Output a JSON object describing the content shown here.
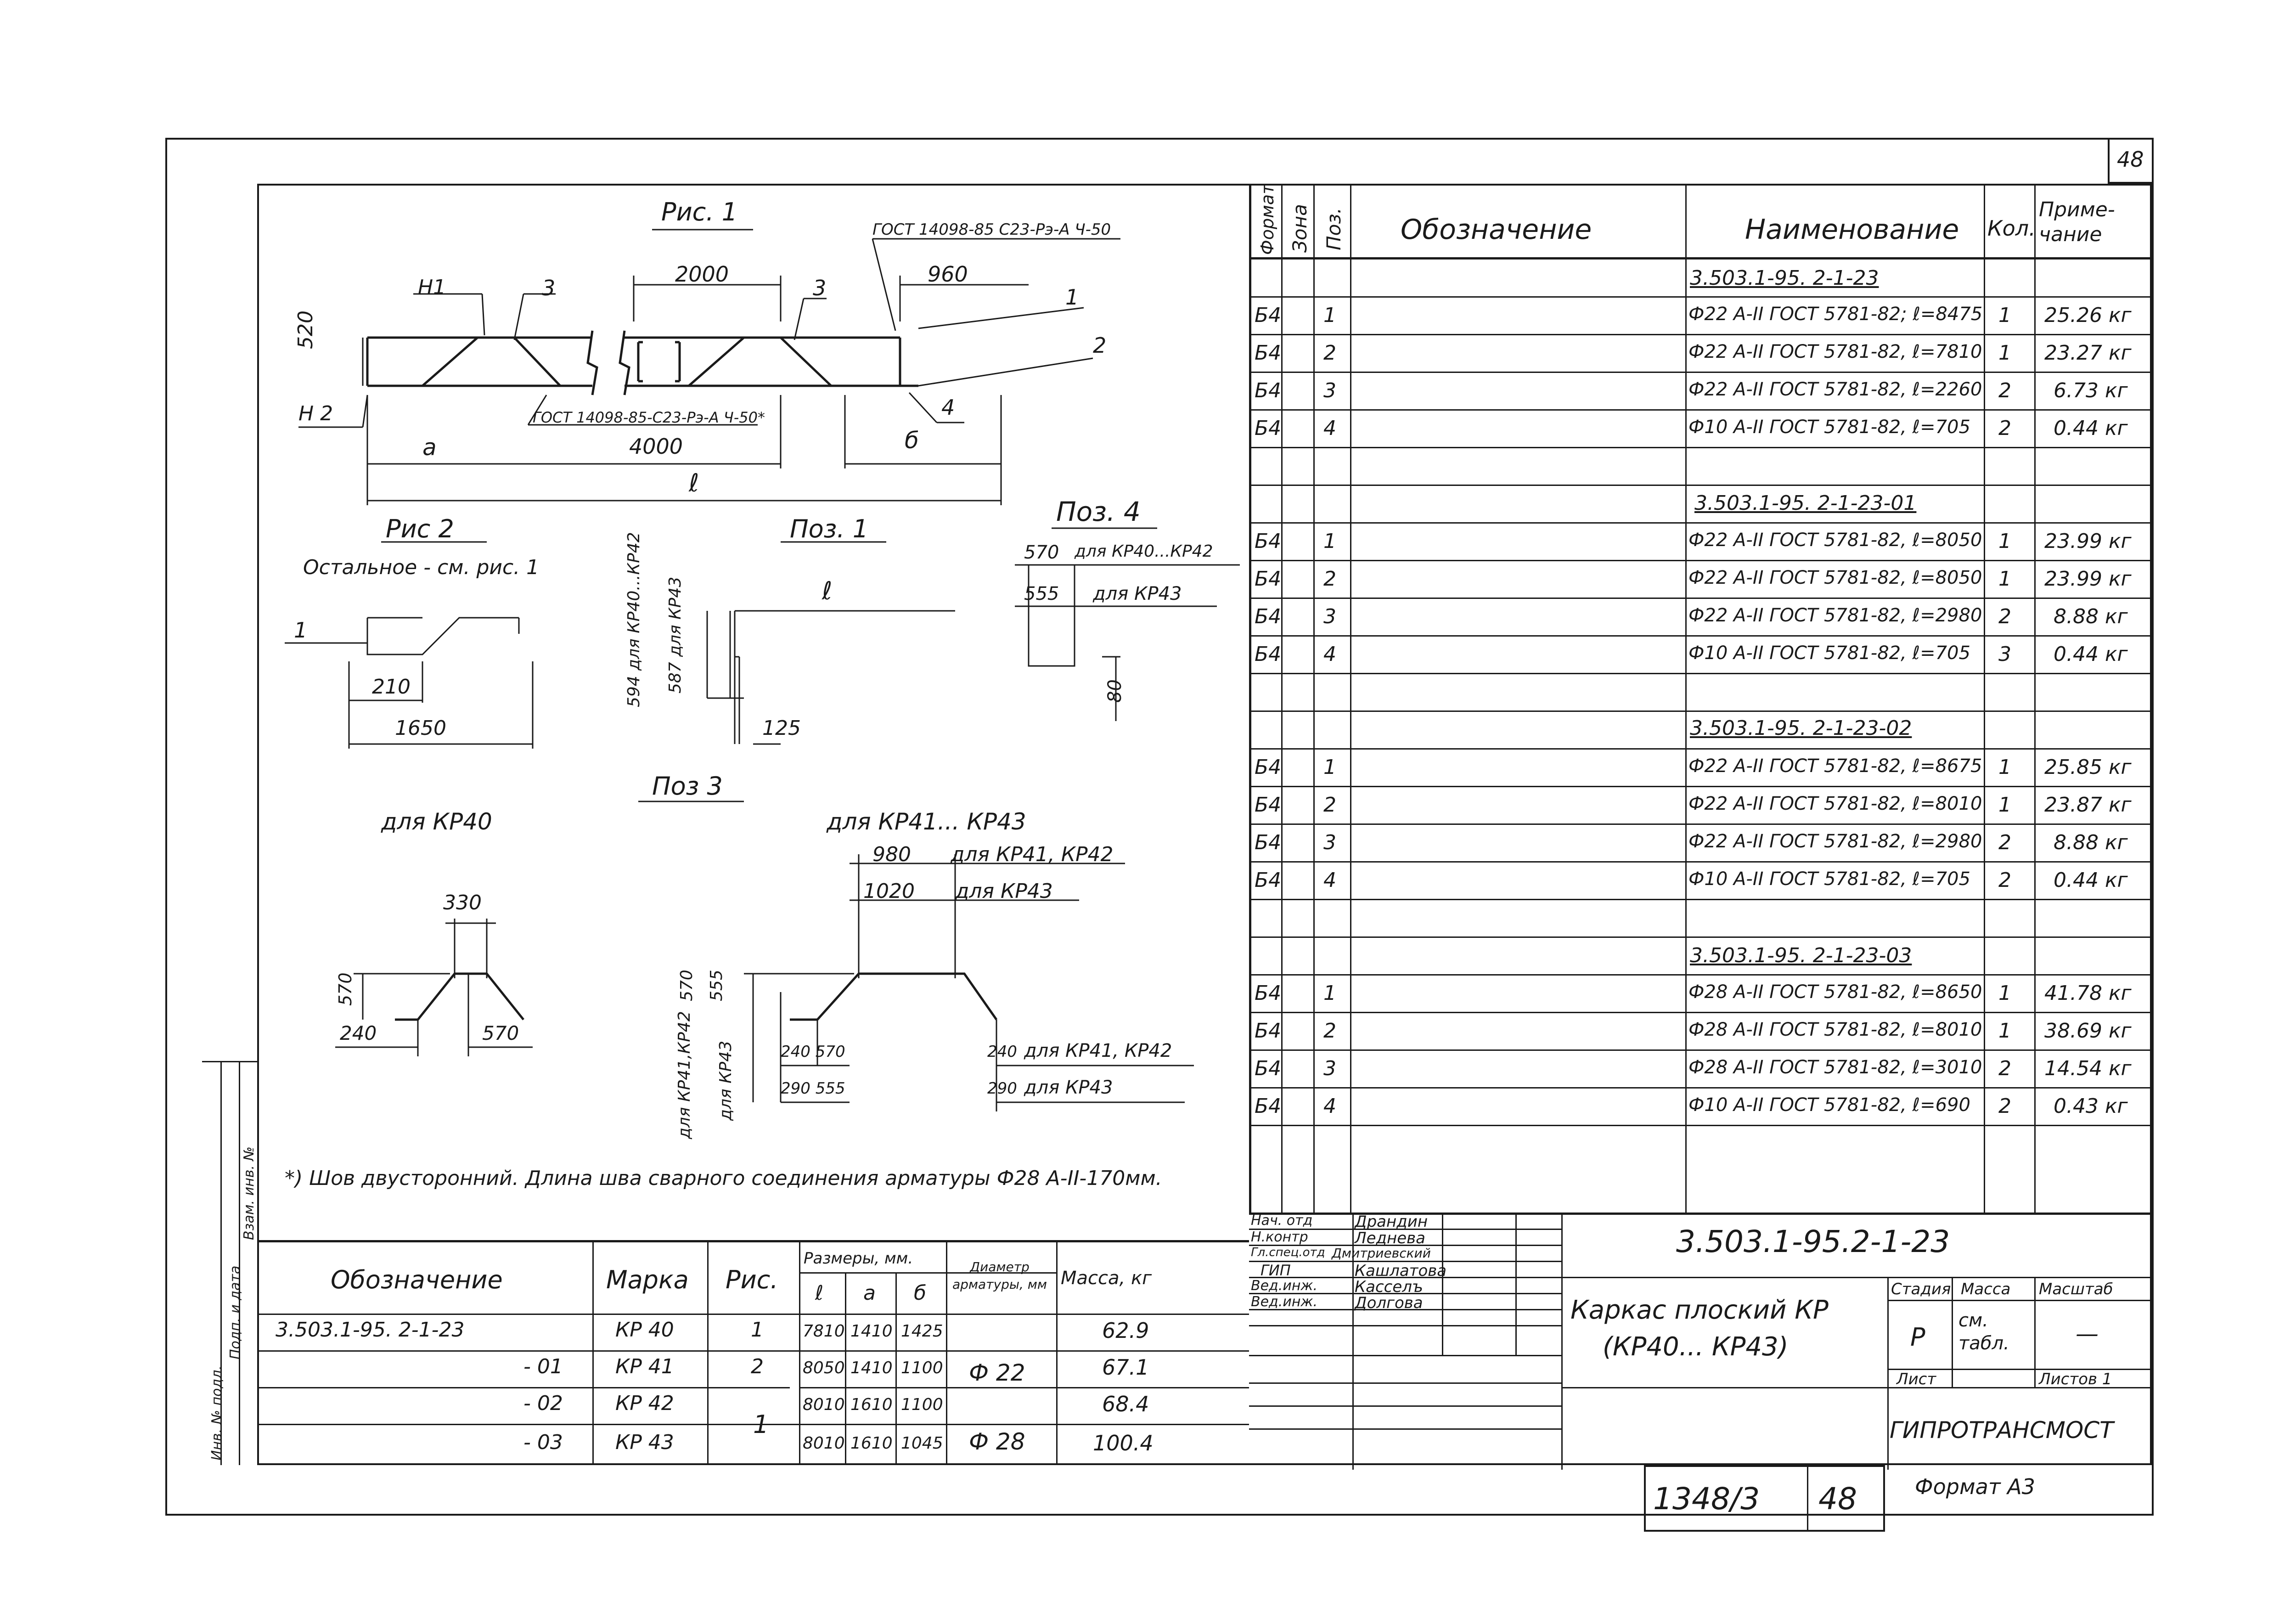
{
  "sheet": {
    "sheet_number": "48",
    "drawing_code": "3.503.1-95.2-1-23",
    "archive_number": "1348/3",
    "archive_sheet": "48",
    "format_label": "Формат А3",
    "organization": "ГИПРОТРАНСМОСТ",
    "title_line1": "Каркас плоский КР",
    "title_line2": "(КР40... КР43)",
    "stage_header": "Стадия",
    "mass_header": "Масса",
    "scale_header": "Масштаб",
    "stage_value": "Р",
    "mass_value": "см. табл.",
    "scale_value": "—",
    "list_label": "Лист",
    "lists_label": "Листов 1",
    "signatures": [
      {
        "role": "Нач. отд",
        "name": "Драндин"
      },
      {
        "role": "Н.контр",
        "name": "Леднева"
      },
      {
        "role": "Гл.спец.отд",
        "name": "Дмитриевский"
      },
      {
        "role": "ГИП",
        "name": "Кашлатова"
      },
      {
        "role": "Вед.инж.",
        "name": "Касселъ"
      },
      {
        "role": "Вед.инж.",
        "name": "Долгова"
      }
    ],
    "side_stamp": [
      "Инв. № подл.",
      "Подп. и дата",
      "Взам. инв. №"
    ]
  },
  "spec": {
    "headers": {
      "format": "Формат",
      "zone": "Зона",
      "pos": "Поз.",
      "designation": "Обозначение",
      "name": "Наименование",
      "qty": "Кол.",
      "note": "Приме-чание"
    },
    "groups": [
      {
        "title": "3.503.1-95. 2-1-23",
        "rows": [
          {
            "fmt": "Б4",
            "pos": "1",
            "name": "Ф22 А-II ГОСТ 5781-82; ℓ=8475",
            "qty": "1",
            "note": "25.26 кг"
          },
          {
            "fmt": "Б4",
            "pos": "2",
            "name": "Ф22 А-II ГОСТ 5781-82, ℓ=7810",
            "qty": "1",
            "note": "23.27 кг"
          },
          {
            "fmt": "Б4",
            "pos": "3",
            "name": "Ф22 А-II ГОСТ 5781-82, ℓ=2260",
            "qty": "2",
            "note": "6.73 кг"
          },
          {
            "fmt": "Б4",
            "pos": "4",
            "name": "Ф10 А-II ГОСТ 5781-82, ℓ=705",
            "qty": "2",
            "note": "0.44 кг"
          }
        ]
      },
      {
        "title": "3.503.1-95. 2-1-23-01",
        "rows": [
          {
            "fmt": "Б4",
            "pos": "1",
            "name": "Ф22 А-II ГОСТ 5781-82, ℓ=8050",
            "qty": "1",
            "note": "23.99 кг"
          },
          {
            "fmt": "Б4",
            "pos": "2",
            "name": "Ф22 А-II ГОСТ 5781-82, ℓ=8050",
            "qty": "1",
            "note": "23.99 кг"
          },
          {
            "fmt": "Б4",
            "pos": "3",
            "name": "Ф22 А-II ГОСТ 5781-82, ℓ=2980",
            "qty": "2",
            "note": "8.88 кг"
          },
          {
            "fmt": "Б4",
            "pos": "4",
            "name": "Ф10 А-II ГОСТ 5781-82, ℓ=705",
            "qty": "3",
            "note": "0.44 кг"
          }
        ]
      },
      {
        "title": "3.503.1-95. 2-1-23-02",
        "rows": [
          {
            "fmt": "Б4",
            "pos": "1",
            "name": "Ф22 А-II ГОСТ 5781-82, ℓ=8675",
            "qty": "1",
            "note": "25.85 кг"
          },
          {
            "fmt": "Б4",
            "pos": "2",
            "name": "Ф22 А-II ГОСТ 5781-82, ℓ=8010",
            "qty": "1",
            "note": "23.87 кг"
          },
          {
            "fmt": "Б4",
            "pos": "3",
            "name": "Ф22 А-II ГОСТ 5781-82, ℓ=2980",
            "qty": "2",
            "note": "8.88 кг"
          },
          {
            "fmt": "Б4",
            "pos": "4",
            "name": "Ф10 А-II ГОСТ 5781-82, ℓ=705",
            "qty": "2",
            "note": "0.44 кг"
          }
        ]
      },
      {
        "title": "3.503.1-95. 2-1-23-03",
        "rows": [
          {
            "fmt": "Б4",
            "pos": "1",
            "name": "Ф28 А-II ГОСТ 5781-82, ℓ=8650",
            "qty": "1",
            "note": "41.78 кг"
          },
          {
            "fmt": "Б4",
            "pos": "2",
            "name": "Ф28 А-II ГОСТ 5781-82, ℓ=8010",
            "qty": "1",
            "note": "38.69 кг"
          },
          {
            "fmt": "Б4",
            "pos": "3",
            "name": "Ф28 А-II ГОСТ 5781-82, ℓ=3010",
            "qty": "2",
            "note": "14.54 кг"
          },
          {
            "fmt": "Б4",
            "pos": "4",
            "name": "Ф10 А-II ГОСТ 5781-82, ℓ=690",
            "qty": "2",
            "note": "0.43 кг"
          }
        ]
      }
    ]
  },
  "marks_table": {
    "headers": {
      "designation": "Обозначение",
      "mark": "Марка",
      "fig": "Рис.",
      "dims": "Размеры, мм.",
      "l": "ℓ",
      "a": "а",
      "b": "б",
      "diameter": "Диаметр арматуры, мм",
      "mass": "Масса, кг"
    },
    "rows": [
      {
        "designation": "3.503.1-95. 2-1-23",
        "mark": "КР 40",
        "fig": "1",
        "l": "7810",
        "a": "1410",
        "b": "1425",
        "diameter": "",
        "mass": "62.9"
      },
      {
        "designation": "- 01",
        "mark": "КР 41",
        "fig": "2",
        "l": "8050",
        "a": "1410",
        "b": "1100",
        "diameter": "Ф 22",
        "mass": "67.1"
      },
      {
        "designation": "- 02",
        "mark": "КР 42",
        "fig": "",
        "l": "8010",
        "a": "1610",
        "b": "1100",
        "diameter": "",
        "mass": "68.4"
      },
      {
        "designation": "- 03",
        "mark": "КР 43",
        "fig": "1",
        "l": "8010",
        "a": "1610",
        "b": "1045",
        "diameter": "Ф 28",
        "mass": "100.4"
      }
    ]
  },
  "drawing": {
    "fig1_title": "Рис. 1",
    "fig1_gost_top": "ГОСТ 14098-85 С23-Рэ-А Ч-50",
    "fig1_gost_bottom": "ГОСТ 14098-85-С23-Рэ-А Ч-50*",
    "fig1_dim_2000": "2000",
    "fig1_dim_960": "960",
    "fig1_dim_520": "520",
    "fig1_dim_4000": "4000",
    "fig1_a": "а",
    "fig1_b": "б",
    "fig1_l": "ℓ",
    "fig1_n1": "Н1",
    "fig1_n2": "Н 2",
    "fig1_callout1": "1",
    "fig1_callout2": "2",
    "fig1_callout3a": "3",
    "fig1_callout3b": "3",
    "fig1_callout4": "4",
    "fig2_title": "Рис 2",
    "fig2_note": "Остальное - см. рис. 1",
    "fig2_callout1": "1",
    "fig2_dim_210": "210",
    "fig2_dim_1650": "1650",
    "pos1_title": "Поз. 1",
    "pos1_l": "ℓ",
    "pos1_dim_594": "594 для КР40...КР42",
    "pos1_dim_587": "587 для КР43",
    "pos1_dim_125": "125",
    "pos4_title": "Поз. 4",
    "pos4_dim_570": "570",
    "pos4_text_570": "для КР40...КР42",
    "pos4_dim_555": "555",
    "pos4_text_555": "для КР43",
    "pos4_dim_80": "80",
    "pos3_title": "Поз 3",
    "pos3_kr40": "для КР40",
    "pos3_kr41_43": "для КР41... КР43",
    "pos3_dim_330": "330",
    "pos3_dim_570a": "570",
    "pos3_dim_240": "240",
    "pos3_dim_570b": "570",
    "pos3_dim_980": "980",
    "pos3_text_980": "для КР41, КР42",
    "pos3_dim_1020": "1020",
    "pos3_text_1020": "для КР43",
    "pos3_dim_570c": "570",
    "pos3_dim_555": "555",
    "pos3_vert_a": "для КР41,КР42",
    "pos3_vert_b": "для КР43",
    "pos3_dim_240_570": "240 570",
    "pos3_dim_290_555": "290 555",
    "pos3_dim_240r": "240",
    "pos3_text_240r": "для КР41, КР42",
    "pos3_dim_290r": "290",
    "pos3_text_290r": "для КР43",
    "footnote": "*) Шов двусторонний. Длина шва сварного соединения арматуры Ф28 А-II-170мм."
  }
}
